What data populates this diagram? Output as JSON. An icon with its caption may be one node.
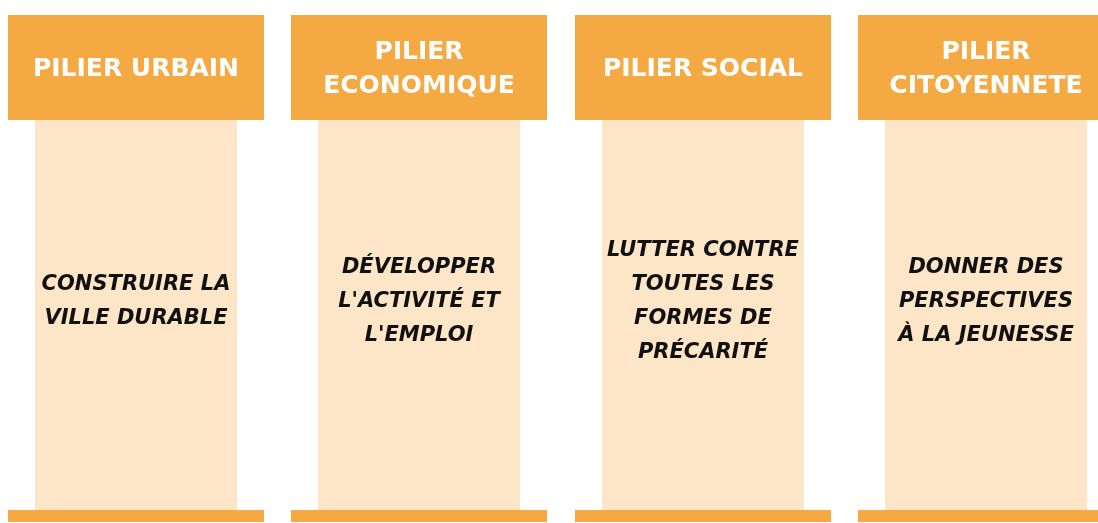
{
  "diagram": {
    "nodes": [
      {
        "text": [
          "PILIER URBAIN",
          "CONSTRUIRE LA VILLE DURABLE"
        ]
      },
      {
        "text": [
          "PILIER ECONOMIQUE",
          "DÉVELOPPER L'ACTIVITÉ ET L'EMPLOI"
        ]
      },
      {
        "text": [
          "PILIER SOCIAL",
          "LUTTER CONTRE TOUTES LES FORMES DE PRÉCARITÉ"
        ]
      },
      {
        "text": [
          "PILIER CITOYENNETE",
          "DONNER DES PERSPECTIVES À LA JEUNESSE"
        ]
      }
    ]
  }
}
